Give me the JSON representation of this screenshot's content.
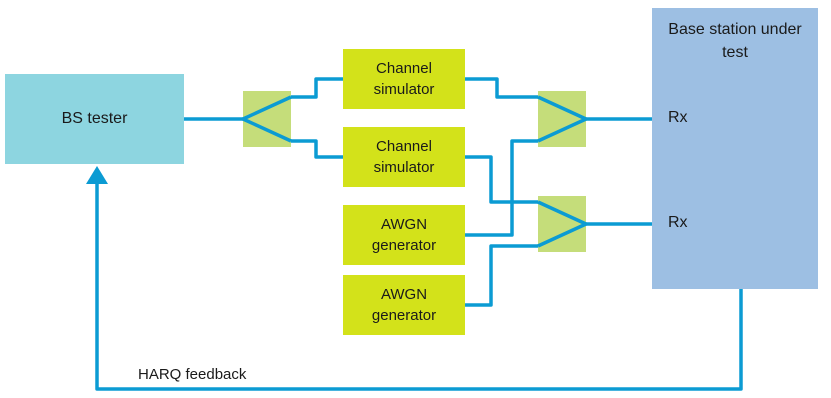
{
  "bs_tester": {
    "label": "BS tester"
  },
  "base_station": {
    "label": "Base station under test",
    "rx_top": "Rx",
    "rx_bottom": "Rx"
  },
  "channel_simulators": [
    {
      "line1": "Channel",
      "line2": "simulator"
    },
    {
      "line1": "Channel",
      "line2": "simulator"
    }
  ],
  "awgn_generators": [
    {
      "line1": "AWGN",
      "line2": "generator"
    },
    {
      "line1": "AWGN",
      "line2": "generator"
    }
  ],
  "feedback": {
    "label": "HARQ feedback"
  },
  "colors": {
    "connector": "#0b9bd3",
    "tester_fill": "#8dd5e0",
    "base_station_fill": "#9dbfe3",
    "block_fill": "#d3e21a",
    "combiner_fill": "#c5dd7a"
  }
}
